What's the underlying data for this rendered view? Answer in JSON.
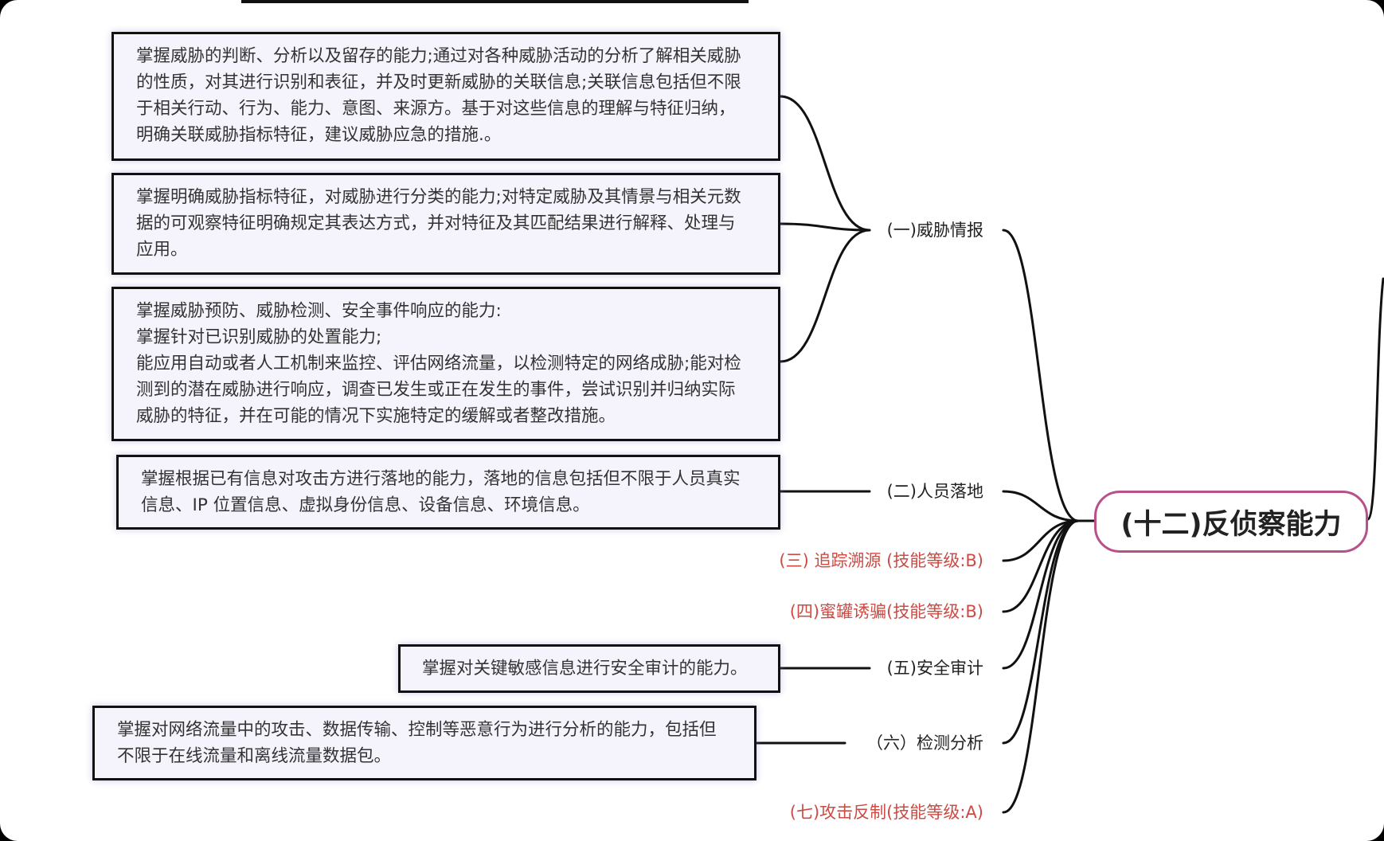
{
  "root": {
    "label": "(十二)反侦察能力"
  },
  "branches": [
    {
      "label": "(一)威胁情报",
      "color": "#222222",
      "details": [
        {
          "lines": [
            "掌握威胁的判断、分析以及留存的能力;通过对各种威胁活动的分析了解相关威胁",
            "的性质，对其进行识别和表征，并及时更新威胁的关联信息;关联信息包括但不限",
            "于相关行动、行为、能力、意图、来源方。基于对这些信息的理解与特征归纳，",
            "明确关联威胁指标特征，建议威胁应急的措施.。"
          ]
        },
        {
          "lines": [
            "掌握明确威胁指标特征，对威胁进行分类的能力;对特定威胁及其情景与相关元数",
            "据的可观察特征明确规定其表达方式，并对特征及其匹配结果进行解释、处理与",
            "应用。"
          ]
        },
        {
          "lines": [
            "掌握威胁预防、威胁检测、安全事件响应的能力:",
            "掌握针对已识别威胁的处置能力;",
            "能应用自动或者人工机制来监控、评估网络流量，以检测特定的网络成胁;能对检",
            "测到的潜在威胁进行响应，调查已发生或正在发生的事件，尝试识别并归纳实际",
            "威胁的特征，并在可能的情况下实施特定的缓解或者整改措施。"
          ]
        }
      ]
    },
    {
      "label": "(二)人员落地",
      "color": "#222222",
      "details": [
        {
          "lines": [
            "掌握根据已有信息对攻击方进行落地的能力，落地的信息包括但不限于人员真实",
            "信息、IP 位置信息、虚拟身份信息、设备信息、环境信息。"
          ]
        }
      ]
    },
    {
      "label": "(三) 追踪溯源 (技能等级:B)",
      "color": "#cc4b44",
      "details": []
    },
    {
      "label": "(四)蜜罐诱骗(技能等级:B)",
      "color": "#cc4b44",
      "details": []
    },
    {
      "label": "(五)安全审计",
      "color": "#222222",
      "details": [
        {
          "lines": [
            "掌握对关键敏感信息进行安全审计的能力。"
          ]
        }
      ]
    },
    {
      "label": "（六）检测分析",
      "color": "#222222",
      "details": [
        {
          "lines": [
            "掌握对网络流量中的攻击、数据传输、控制等恶意行为进行分析的能力，包括但",
            "不限于在线流量和离线流量数据包。"
          ]
        }
      ]
    },
    {
      "label": "(七)攻击反制(技能等级:A)",
      "color": "#cc4b44",
      "details": []
    }
  ],
  "colors": {
    "root_border": "#b8508a",
    "detail_background": "#f5f4fc",
    "detail_text": "#333333",
    "connector": "#111111"
  }
}
